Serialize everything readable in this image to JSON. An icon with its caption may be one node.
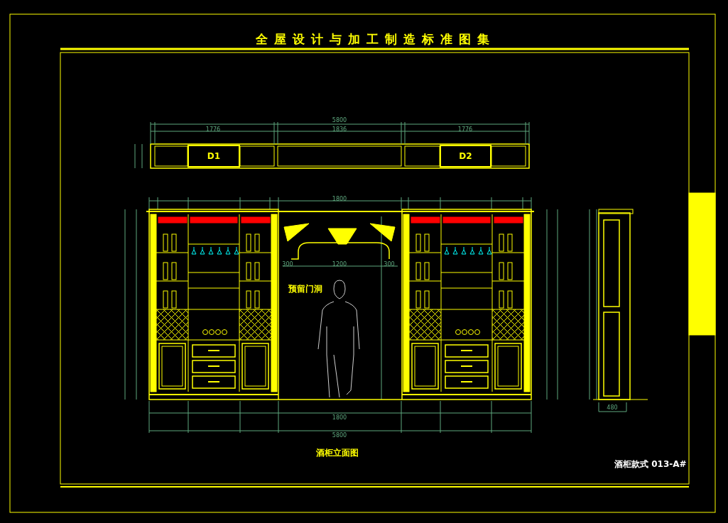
{
  "diagram": {
    "title": "全屋设计与加工制造标准图集",
    "caption": "酒柜立面图",
    "nodes": [
      {
        "text": [
          "D1"
        ]
      },
      {
        "text": [
          "D2"
        ]
      }
    ],
    "labels": [
      "5800",
      "1776",
      "1836",
      "1776",
      "1800",
      "300",
      "1200",
      "300",
      "预留门洞",
      "1800",
      "5800",
      "480",
      "酒柜款式 013-A#"
    ]
  }
}
